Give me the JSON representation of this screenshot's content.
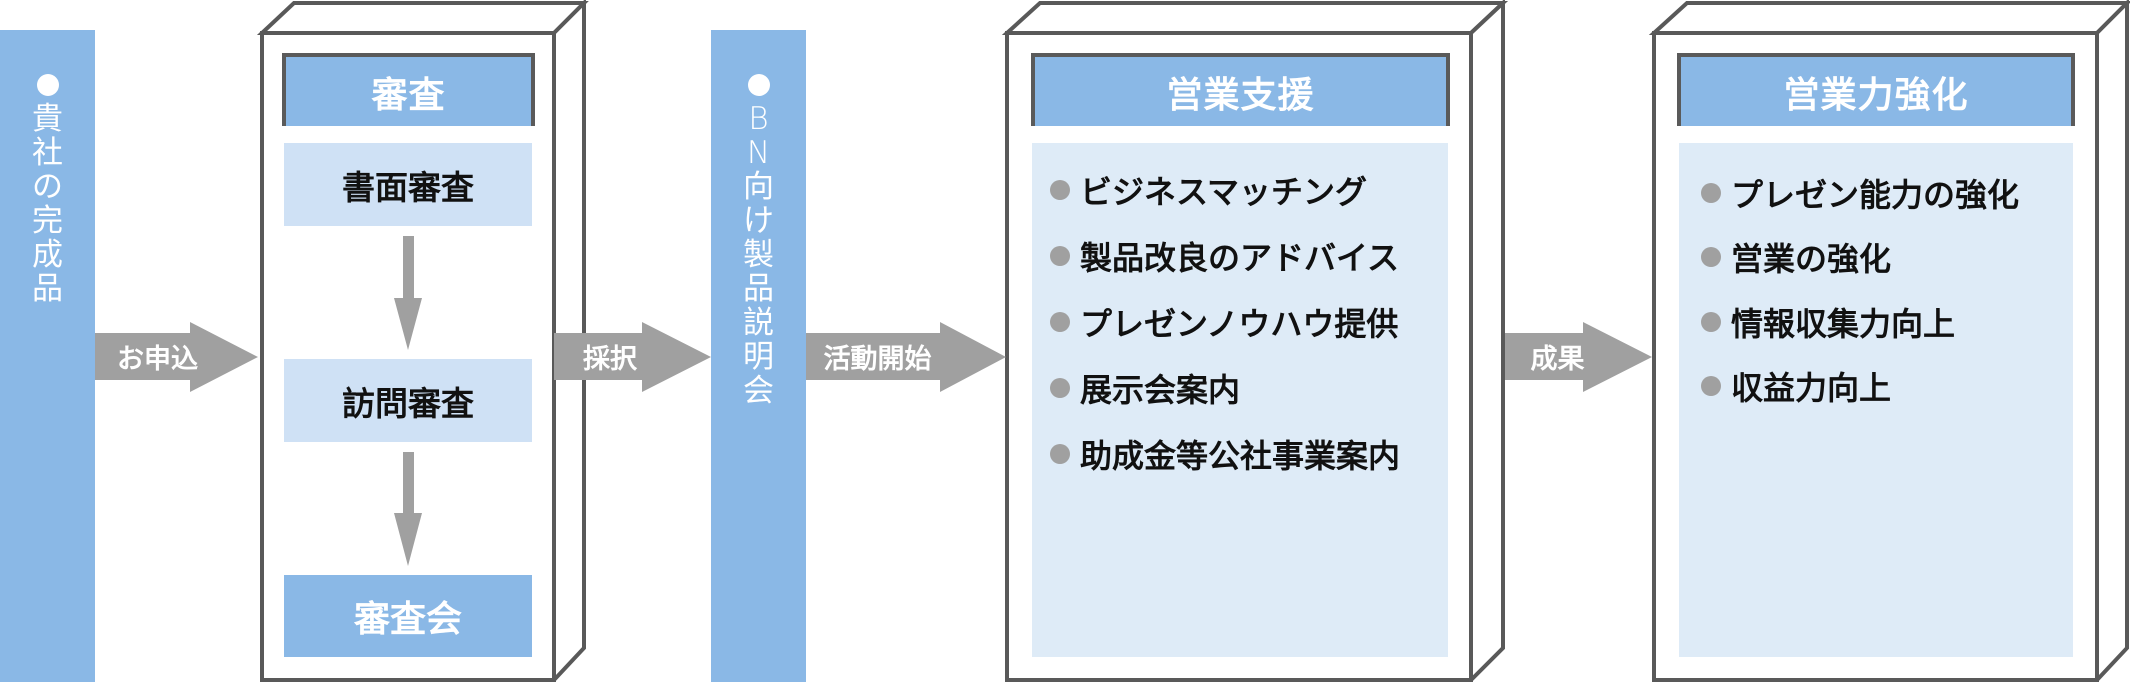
{
  "colors": {
    "bar_blue": "#8ab8e6",
    "panel_light_blue": "#deebf7",
    "step_light_blue": "#cfe1f5",
    "arrow_gray": "#a0a0a0",
    "box_border": "#595959",
    "bullet_gray": "#a0a0a0",
    "text_dark": "#111111",
    "text_white": "#ffffff"
  },
  "start_bar": {
    "bullet": "●",
    "chars": [
      "貴",
      "社",
      "の",
      "完",
      "成",
      "品"
    ],
    "label": "貴社の完成品"
  },
  "arrows": {
    "apply": "お申込",
    "adopt": "採択",
    "start_activity": "活動開始",
    "result": "成果"
  },
  "review_box": {
    "title": "審査",
    "steps": [
      "書面審査",
      "訪問審査",
      "審査会"
    ]
  },
  "bn_bar": {
    "bullet": "●",
    "chars": [
      "B",
      "N",
      "向",
      "け",
      "製",
      "品",
      "説",
      "明",
      "会"
    ],
    "label": "BN向け製品説明会"
  },
  "sales_support_box": {
    "title": "営業支援",
    "items": [
      "ビジネスマッチング",
      "製品改良のアドバイス",
      "プレゼンノウハウ提供",
      "展示会案内",
      "助成金等公社事業案内"
    ]
  },
  "sales_strength_box": {
    "title": "営業力強化",
    "items": [
      "プレゼン能力の強化",
      "営業の強化",
      "情報収集力向上",
      "収益力向上"
    ]
  }
}
